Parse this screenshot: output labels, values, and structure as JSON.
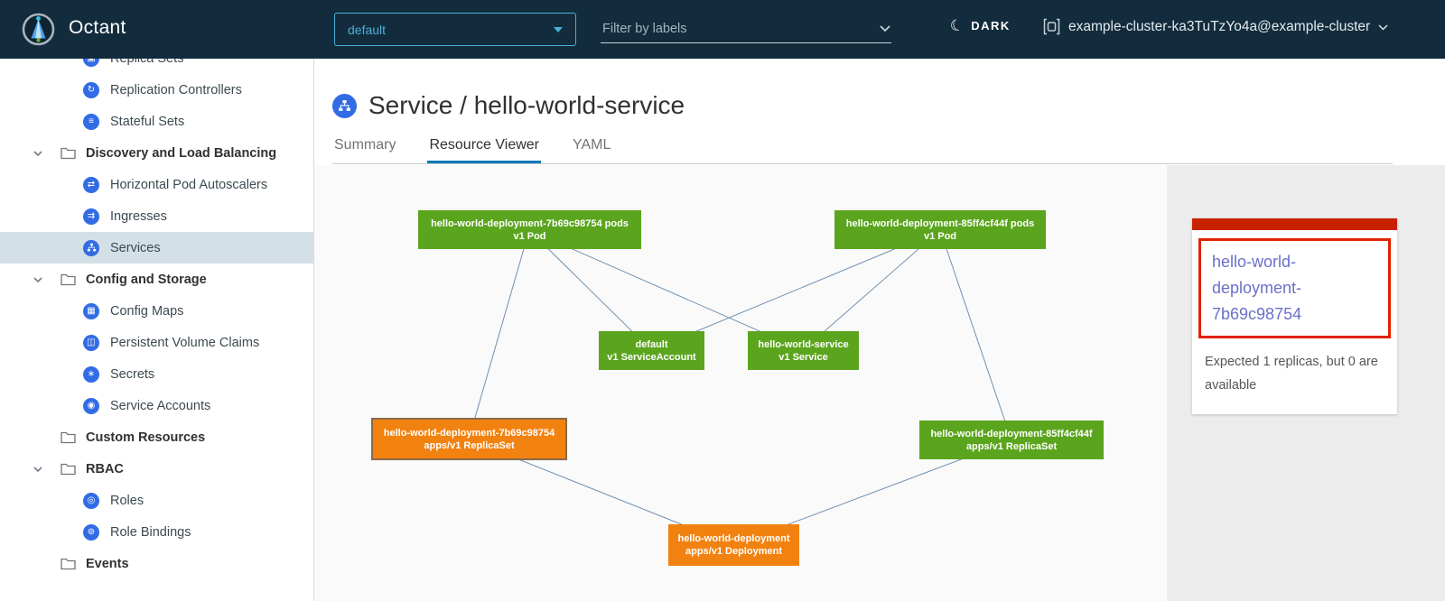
{
  "topbar": {
    "app_title": "Octant",
    "namespace_dropdown": {
      "value": "default"
    },
    "filter_input": {
      "placeholder": "Filter by labels"
    },
    "theme_toggle_label": "DARK",
    "cluster_selector": "example-cluster-ka3TuTzYo4a@example-cluster"
  },
  "sidebar": {
    "items": [
      {
        "label": "Replica Sets",
        "type": "resource"
      },
      {
        "label": "Replication Controllers",
        "type": "resource"
      },
      {
        "label": "Stateful Sets",
        "type": "resource"
      },
      {
        "label": "Discovery and Load Balancing",
        "type": "group",
        "expanded": true
      },
      {
        "label": "Horizontal Pod Autoscalers",
        "type": "resource"
      },
      {
        "label": "Ingresses",
        "type": "resource"
      },
      {
        "label": "Services",
        "type": "resource",
        "selected": true
      },
      {
        "label": "Config and Storage",
        "type": "group",
        "expanded": true
      },
      {
        "label": "Config Maps",
        "type": "resource"
      },
      {
        "label": "Persistent Volume Claims",
        "type": "resource"
      },
      {
        "label": "Secrets",
        "type": "resource"
      },
      {
        "label": "Service Accounts",
        "type": "resource"
      },
      {
        "label": "Custom Resources",
        "type": "group",
        "expanded": false
      },
      {
        "label": "RBAC",
        "type": "group",
        "expanded": true
      },
      {
        "label": "Roles",
        "type": "resource"
      },
      {
        "label": "Role Bindings",
        "type": "resource"
      },
      {
        "label": "Events",
        "type": "group",
        "expanded": false
      }
    ]
  },
  "main": {
    "page_title": "Service / hello-world-service",
    "tabs": [
      {
        "label": "Summary",
        "active": false
      },
      {
        "label": "Resource Viewer",
        "active": true
      },
      {
        "label": "YAML",
        "active": false
      }
    ]
  },
  "graph": {
    "nodes": {
      "pod_left": {
        "line1": "hello-world-deployment-7b69c98754 pods",
        "line2": "v1 Pod",
        "status": "ok"
      },
      "pod_right": {
        "line1": "hello-world-deployment-85ff4cf44f pods",
        "line2": "v1 Pod",
        "status": "ok"
      },
      "service_account": {
        "line1": "default",
        "line2": "v1 ServiceAccount",
        "status": "ok"
      },
      "service": {
        "line1": "hello-world-service",
        "line2": "v1 Service",
        "status": "ok"
      },
      "replicaset_left": {
        "line1": "hello-world-deployment-7b69c98754",
        "line2": "apps/v1 ReplicaSet",
        "status": "warning",
        "selected": true
      },
      "replicaset_right": {
        "line1": "hello-world-deployment-85ff4cf44f",
        "line2": "apps/v1 ReplicaSet",
        "status": "ok"
      },
      "deployment": {
        "line1": "hello-world-deployment",
        "line2": "apps/v1 Deployment",
        "status": "warning"
      }
    },
    "edges": [
      [
        "pod_left",
        "service_account"
      ],
      [
        "pod_left",
        "service"
      ],
      [
        "pod_right",
        "service_account"
      ],
      [
        "pod_right",
        "service"
      ],
      [
        "pod_left",
        "replicaset_left"
      ],
      [
        "pod_right",
        "replicaset_right"
      ],
      [
        "replicaset_left",
        "deployment"
      ],
      [
        "replicaset_right",
        "deployment"
      ]
    ]
  },
  "detail_panel": {
    "title_link": "hello-world-deployment-7b69c98754",
    "message": "Expected 1 replicas, but 0 are available"
  },
  "colors": {
    "header_bg": "#132c3d",
    "accent_blue": "#49afd9",
    "tab_active_underline": "#0679b8",
    "k8s_icon_blue": "#326ce5",
    "node_ok_green": "#5ba51e",
    "node_warn_orange": "#f28210",
    "status_red": "#c92100",
    "alert_border_red": "#e12200",
    "link_purple": "#6a70c8",
    "selected_nav_bg": "#d4e0e8",
    "edge_line": "#7190ae"
  }
}
